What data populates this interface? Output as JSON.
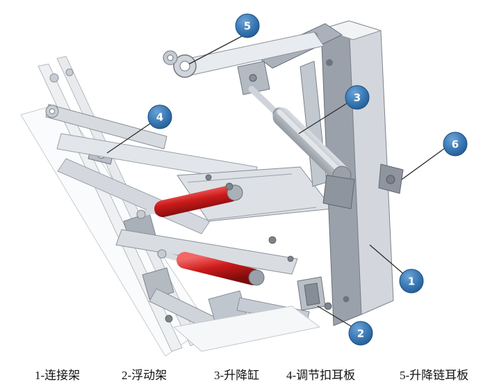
{
  "figure": {
    "type": "engineering-assembly-diagram",
    "caption_items": [
      {
        "label": "1-连接架"
      },
      {
        "label": "2-浮动架"
      },
      {
        "label": "3-升降缸"
      },
      {
        "label": "4-调节扣耳板"
      },
      {
        "label": "5-升降链耳板"
      }
    ]
  },
  "callouts": [
    {
      "number": "1",
      "target": "connecting-frame"
    },
    {
      "number": "2",
      "target": "floating-frame"
    },
    {
      "number": "3",
      "target": "lift-cylinder"
    },
    {
      "number": "4",
      "target": "adjusting-buckle-ear-plate"
    },
    {
      "number": "5",
      "target": "lifting-chain-ear-plate"
    },
    {
      "number": "6",
      "target": "side-lug"
    }
  ],
  "colors": {
    "callout_blue": "#2f6fa8",
    "callout_blue_light": "#6ba3d6",
    "cylinder_red": "#c41818",
    "metal_light": "#dfe3e8",
    "metal_mid": "#aab0b8",
    "metal_dark": "#7a8089",
    "outline": "#6b7179",
    "leader_line": "#2a2a2a"
  }
}
